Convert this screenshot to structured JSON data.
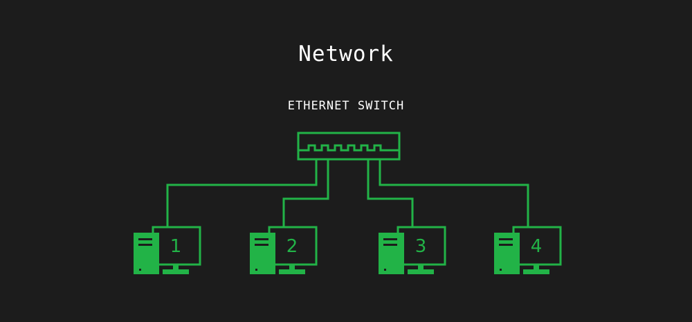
{
  "diagram": {
    "title": "Network",
    "switch_label": "ETHERNET SWITCH",
    "accent_color": "#22b347",
    "background_color": "#1c1c1c",
    "computers": [
      {
        "label": "1"
      },
      {
        "label": "2"
      },
      {
        "label": "3"
      },
      {
        "label": "4"
      }
    ],
    "connections": [
      {
        "from": "ethernet-switch",
        "to": "1"
      },
      {
        "from": "ethernet-switch",
        "to": "2"
      },
      {
        "from": "ethernet-switch",
        "to": "3"
      },
      {
        "from": "ethernet-switch",
        "to": "4"
      }
    ]
  }
}
